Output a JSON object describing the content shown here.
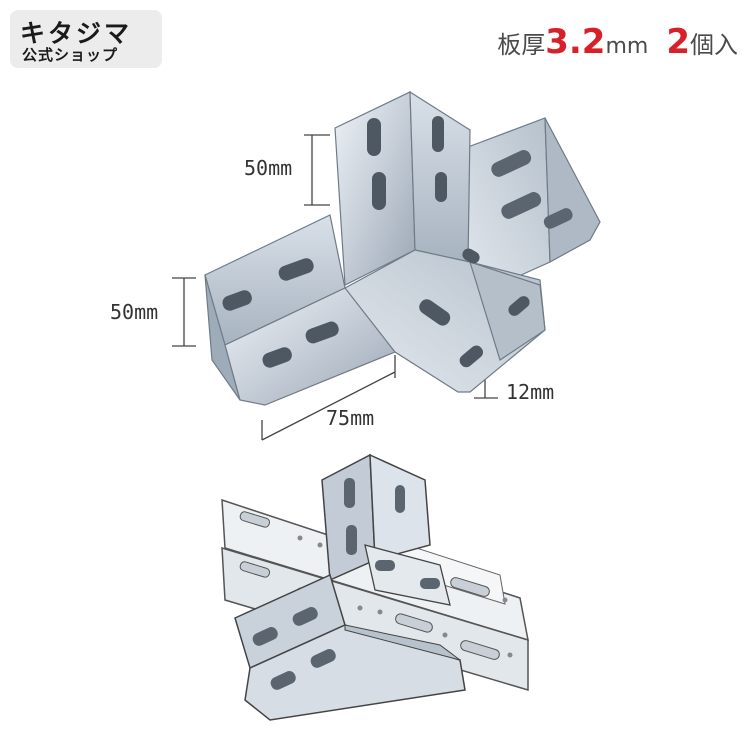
{
  "logo": {
    "name": "キタジマ",
    "tagline": "公式ショップ"
  },
  "spec": {
    "thickness_label": "板厚",
    "thickness_value": "3.2",
    "thickness_unit": "mm",
    "quantity_value": "2",
    "quantity_unit": "個入"
  },
  "dimensions": {
    "upper_height": "50mm",
    "left_height": "50mm",
    "flange": "12mm",
    "length": "75mm"
  },
  "colors": {
    "accent": "#d8202b",
    "metal": "#c9d1da",
    "metal_dark": "#8a96a3"
  },
  "illustrations": {
    "photo_icon": "tee-bracket-icon",
    "usage_icon": "bracket-on-rail-icon"
  }
}
